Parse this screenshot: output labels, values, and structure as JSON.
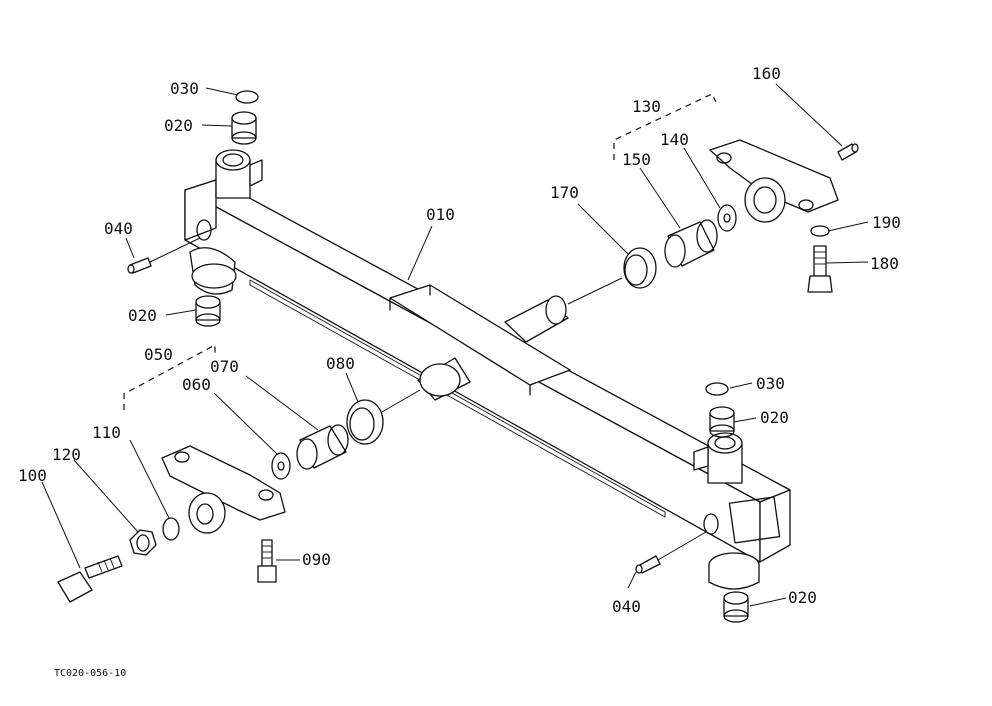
{
  "labels": {
    "p010": "010",
    "p020a": "020",
    "p020b": "020",
    "p020c": "020",
    "p020d": "020",
    "p030a": "030",
    "p030b": "030",
    "p040a": "040",
    "p040b": "040",
    "p050": "050",
    "p060": "060",
    "p070": "070",
    "p080": "080",
    "p090": "090",
    "p100": "100",
    "p110": "110",
    "p120": "120",
    "p130": "130",
    "p140": "140",
    "p150": "150",
    "p160": "160",
    "p170": "170",
    "p180": "180",
    "p190": "190"
  },
  "drawing_code": "TC020-056-10"
}
